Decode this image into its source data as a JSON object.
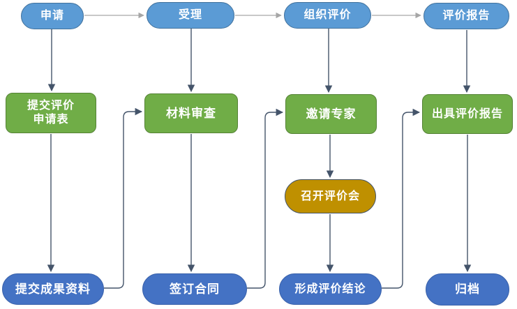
{
  "diagram": {
    "type": "flowchart",
    "nodes": {
      "apply": {
        "label": "申请",
        "kind": "stage"
      },
      "accept": {
        "label": "受理",
        "kind": "stage"
      },
      "organize_evaluation": {
        "label": "组织评价",
        "kind": "stage"
      },
      "evaluation_report": {
        "label": "评价报告",
        "kind": "stage"
      },
      "submit_application_form": {
        "label": "提交评价\n申请表",
        "kind": "process"
      },
      "material_review": {
        "label": "材料审查",
        "kind": "process"
      },
      "invite_experts": {
        "label": "邀请专家",
        "kind": "process"
      },
      "issue_evaluation_report": {
        "label": "出具评价报告",
        "kind": "process"
      },
      "hold_evaluation_meeting": {
        "label": "召开评价会",
        "kind": "meeting"
      },
      "submit_result_materials": {
        "label": "提交成果资料",
        "kind": "result"
      },
      "sign_contract": {
        "label": "签订合同",
        "kind": "result"
      },
      "form_evaluation_conclusion": {
        "label": "形成评价结论",
        "kind": "result"
      },
      "archive": {
        "label": "归档",
        "kind": "result"
      }
    },
    "edges": [
      {
        "from": "apply",
        "to": "accept",
        "style": "light"
      },
      {
        "from": "accept",
        "to": "organize_evaluation",
        "style": "light"
      },
      {
        "from": "organize_evaluation",
        "to": "evaluation_report",
        "style": "light"
      },
      {
        "from": "apply",
        "to": "submit_application_form",
        "style": "dark"
      },
      {
        "from": "submit_application_form",
        "to": "submit_result_materials",
        "style": "dark"
      },
      {
        "from": "submit_result_materials",
        "to": "material_review",
        "style": "dark"
      },
      {
        "from": "accept",
        "to": "material_review",
        "style": "dark"
      },
      {
        "from": "material_review",
        "to": "sign_contract",
        "style": "dark"
      },
      {
        "from": "sign_contract",
        "to": "invite_experts",
        "style": "dark"
      },
      {
        "from": "organize_evaluation",
        "to": "invite_experts",
        "style": "dark"
      },
      {
        "from": "invite_experts",
        "to": "hold_evaluation_meeting",
        "style": "dark"
      },
      {
        "from": "hold_evaluation_meeting",
        "to": "form_evaluation_conclusion",
        "style": "dark"
      },
      {
        "from": "form_evaluation_conclusion",
        "to": "issue_evaluation_report",
        "style": "dark"
      },
      {
        "from": "evaluation_report",
        "to": "issue_evaluation_report",
        "style": "dark"
      },
      {
        "from": "issue_evaluation_report",
        "to": "archive",
        "style": "dark"
      }
    ],
    "colors": {
      "stage_fill": "#5B9BD5",
      "stage_border": "#41719C",
      "process_fill": "#70AD47",
      "process_border": "#548235",
      "meeting_fill": "#BF9000",
      "meeting_border": "#44546A",
      "result_fill": "#4472C4",
      "result_border": "#3A62AB",
      "connector_dark": "#44546A",
      "connector_light": "#A6A6A6"
    }
  }
}
